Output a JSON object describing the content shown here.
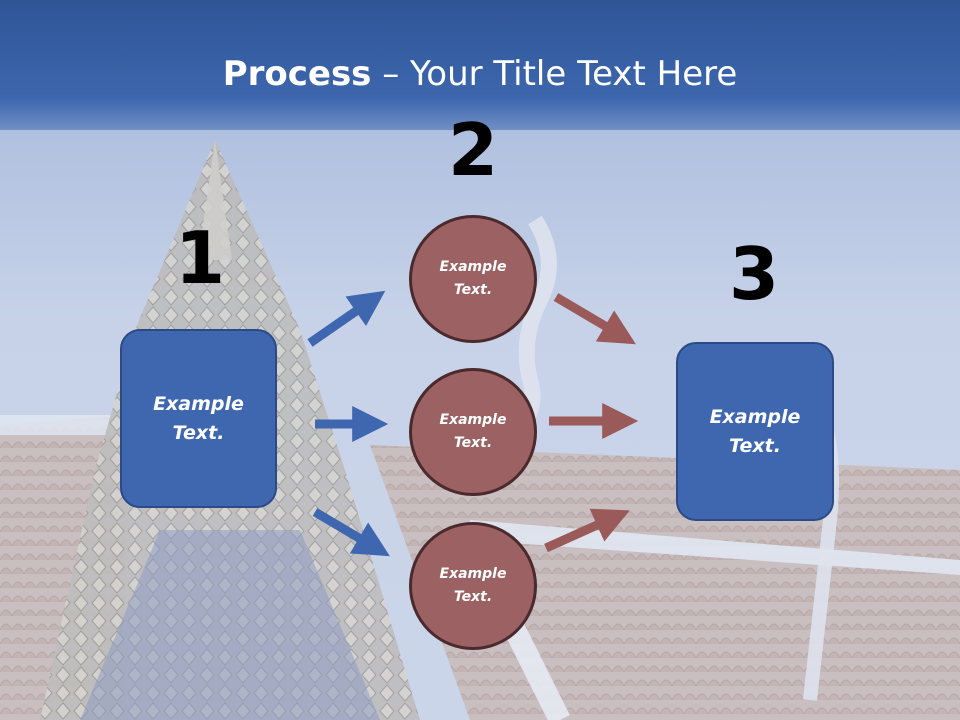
{
  "slide": {
    "title_bold": "Process",
    "title_rest": " – Your Title Text Here"
  },
  "steps": {
    "one": {
      "number": "1",
      "text": "Example Text."
    },
    "two": {
      "number": "2",
      "text": "Example Text."
    },
    "three": {
      "number": "3",
      "text": "Example Text."
    }
  },
  "circles": [
    {
      "text": "Example Text."
    },
    {
      "text": "Example Text."
    },
    {
      "text": "Example Text."
    }
  ],
  "colors": {
    "blue_box": "#3f67b0",
    "blue_arrow": "#3f67b0",
    "red_circle": "#9b6163",
    "red_arrow": "#9a5a5a",
    "title_band": "#2f5597"
  }
}
